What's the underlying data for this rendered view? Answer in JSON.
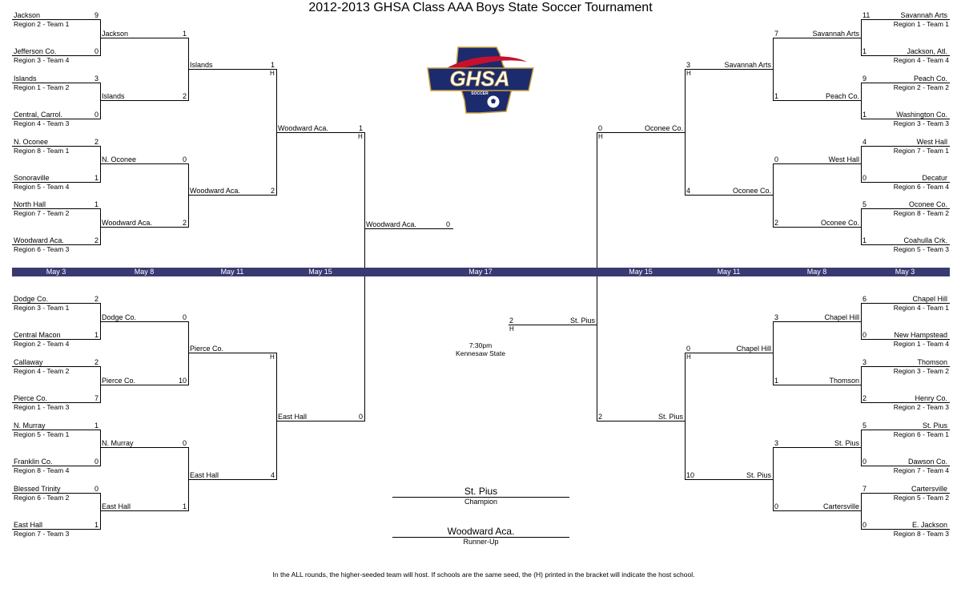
{
  "title": "2012-2013 GHSA Class AAA Boys State Soccer Tournament",
  "logo": {
    "text": "GHSA",
    "subtext": "SOCCER",
    "colors": {
      "navy": "#1c2b6e",
      "red": "#c8102e",
      "gold": "#c9a13b"
    }
  },
  "days": [
    "May 3",
    "May 8",
    "May 11",
    "May 15",
    "May 17",
    "May 15",
    "May 11",
    "May 8",
    "May 3"
  ],
  "day_bar_color": "#3a3a72",
  "r1": {
    "tl": [
      {
        "team": "Jackson",
        "sub": "Region 2 - Team 1",
        "score": "9"
      },
      {
        "team": "Jefferson Co.",
        "sub": "Region 3 - Team 4",
        "score": "0"
      },
      {
        "team": "Islands",
        "sub": "Region 1 - Team 2",
        "score": "3"
      },
      {
        "team": "Central, Carrol.",
        "sub": "Region 4 - Team 3",
        "score": "0"
      },
      {
        "team": "N. Oconee",
        "sub": "Region 8 - Team 1",
        "score": "2"
      },
      {
        "team": "Sonoraville",
        "sub": "Region 5 - Team 4",
        "score": "1"
      },
      {
        "team": "North Hall",
        "sub": "Region 7 - Team 2",
        "score": "1"
      },
      {
        "team": "Woodward Aca.",
        "sub": "Region 6 - Team 3",
        "score": "2"
      }
    ],
    "bl": [
      {
        "team": "Dodge Co.",
        "sub": "Region 3 - Team 1",
        "score": "2"
      },
      {
        "team": "Central Macon",
        "sub": "Region 2 - Team 4",
        "score": "1"
      },
      {
        "team": "Callaway",
        "sub": "Region 4 - Team 2",
        "score": "2"
      },
      {
        "team": "Pierce Co.",
        "sub": "Region 1 - Team 3",
        "score": "7"
      },
      {
        "team": "N. Murray",
        "sub": "Region 5 - Team 1",
        "score": "1"
      },
      {
        "team": "Franklin Co.",
        "sub": "Region 8 - Team 4",
        "score": "0"
      },
      {
        "team": "Blessed Trinity",
        "sub": "Region 6 - Team 2",
        "score": "0"
      },
      {
        "team": "East Hall",
        "sub": "Region 7 - Team 3",
        "score": "1"
      }
    ],
    "tr": [
      {
        "team": "Savannah Arts",
        "sub": "Region 1 - Team 1",
        "score": "11"
      },
      {
        "team": "Jackson, Atl.",
        "sub": "Region 4 - Team 4",
        "score": "1"
      },
      {
        "team": "Peach Co.",
        "sub": "Region 2 - Team 2",
        "score": "9"
      },
      {
        "team": "Washington Co.",
        "sub": "Region 3 - Team 3",
        "score": "1"
      },
      {
        "team": "West Hall",
        "sub": "Region 7 - Team 1",
        "score": "4"
      },
      {
        "team": "Decatur",
        "sub": "Region 6 - Team 4",
        "score": "0"
      },
      {
        "team": "Oconee Co.",
        "sub": "Region 8 - Team 2",
        "score": "5"
      },
      {
        "team": "Coahulla Crk.",
        "sub": "Region 5 - Team 3",
        "score": "1"
      }
    ],
    "br": [
      {
        "team": "Chapel Hill",
        "sub": "Region 4 - Team 1",
        "score": "6"
      },
      {
        "team": "New Hampstead",
        "sub": "Region 1 - Team 4",
        "score": "0"
      },
      {
        "team": "Thomson",
        "sub": "Region 3 - Team 2",
        "score": "3"
      },
      {
        "team": "Henry Co.",
        "sub": "Region 2 - Team 3",
        "score": "2"
      },
      {
        "team": "St. Pius",
        "sub": "Region 6 - Team 1",
        "score": "5"
      },
      {
        "team": "Dawson Co.",
        "sub": "Region 7 - Team 4",
        "score": "0"
      },
      {
        "team": "Cartersville",
        "sub": "Region 5 - Team 2",
        "score": "7"
      },
      {
        "team": "E. Jackson",
        "sub": "Region 8 - Team 3",
        "score": "0"
      }
    ]
  },
  "r2": {
    "tl": [
      {
        "team": "Jackson",
        "score": "1"
      },
      {
        "team": "Islands",
        "score": "2"
      },
      {
        "team": "N. Oconee",
        "score": "0"
      },
      {
        "team": "Woodward Aca.",
        "score": "2"
      }
    ],
    "bl": [
      {
        "team": "Dodge Co.",
        "score": "0"
      },
      {
        "team": "Pierce Co.",
        "score": "10"
      },
      {
        "team": "N. Murray",
        "score": "0"
      },
      {
        "team": "East Hall",
        "score": "1"
      }
    ],
    "tr": [
      {
        "team": "Savannah Arts",
        "score": "7"
      },
      {
        "team": "Peach Co.",
        "score": "1"
      },
      {
        "team": "West Hall",
        "score": "0"
      },
      {
        "team": "Oconee Co.",
        "score": "2"
      }
    ],
    "br": [
      {
        "team": "Chapel Hill",
        "score": "3"
      },
      {
        "team": "Thomson",
        "score": "1"
      },
      {
        "team": "St. Pius",
        "score": "3"
      },
      {
        "team": "Cartersville",
        "score": "0"
      }
    ]
  },
  "r3": {
    "tl": [
      {
        "team": "Islands",
        "score": "1",
        "host": "H"
      },
      {
        "team": "Woodward Aca.",
        "score": "2",
        "host": ""
      }
    ],
    "bl": [
      {
        "team": "Pierce Co.",
        "score": "",
        "host": "H"
      },
      {
        "team": "East Hall",
        "score": "4",
        "host": ""
      }
    ],
    "tr": [
      {
        "team": "Savannah Arts",
        "score": "3",
        "host": "H"
      },
      {
        "team": "Oconee Co.",
        "score": "4",
        "host": ""
      }
    ],
    "br": [
      {
        "team": "Chapel Hill",
        "score": "0",
        "host": "H"
      },
      {
        "team": "St. Pius",
        "score": "10",
        "host": ""
      }
    ]
  },
  "r4": {
    "tl": {
      "team": "Woodward Aca.",
      "score": "1",
      "host": "H"
    },
    "bl": {
      "team": "East Hall",
      "score": "0",
      "host": ""
    },
    "tr": {
      "team": "Oconee Co.",
      "score": "0",
      "host": "H"
    },
    "br": {
      "team": "St. Pius",
      "score": "2",
      "host": ""
    }
  },
  "final": {
    "left": {
      "team": "Woodward Aca.",
      "score": "0"
    },
    "right": {
      "team": "St. Pius",
      "score": "2",
      "host": "H"
    },
    "time": "7:30pm",
    "venue": "Kennesaw State"
  },
  "champion": {
    "name": "St. Pius",
    "label": "Champion"
  },
  "runner_up": {
    "name": "Woodward Aca.",
    "label": "Runner-Up"
  },
  "footnote": "In the ALL rounds, the higher-seeded team will host.  If schools are the same seed, the (H) printed in the bracket will indicate the host school."
}
